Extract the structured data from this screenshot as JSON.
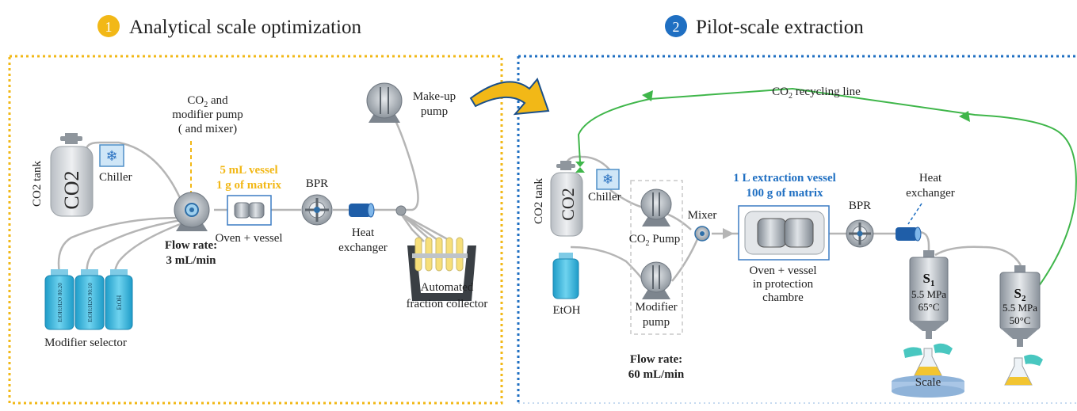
{
  "steps": [
    {
      "number": "1",
      "title": "Analytical scale optimization",
      "color": "#f2b817"
    },
    {
      "number": "2",
      "title": "Pilot-scale extraction",
      "color": "#1f6fc2"
    }
  ],
  "analytical": {
    "co2_tank_label": "CO2 tank",
    "co2_glyph": "CO2",
    "chiller": "Chiller",
    "pump_line1_pre": "CO",
    "pump_line1_sub": "2",
    "pump_line1_post": " and",
    "pump_line2": "modifier pump",
    "pump_line3": "( and mixer)",
    "vessel_line1": "5 mL vessel",
    "vessel_line2": "1 g of matrix",
    "oven": "Oven + vessel",
    "bpr": "BPR",
    "heat_line1": "Heat",
    "heat_line2": "exchanger",
    "makeup_line1": "Make-up",
    "makeup_line2": "pump",
    "flow_line1": "Flow rate:",
    "flow_line2": "3 mL/min",
    "bottles": [
      "EtOH:H2O 80:20",
      "EtOH:H2O 90:10",
      "EtOH"
    ],
    "modifier_selector": "Modifier selector",
    "collector_line1": "Automated",
    "collector_line2": "fraction collector"
  },
  "pilot": {
    "recycle_pre": "CO",
    "recycle_sub": "2",
    "recycle_post": " recycling line",
    "co2_tank_label": "CO2 tank",
    "co2_glyph": "CO2",
    "chiller": "Chiller",
    "co2_pump_pre": "CO",
    "co2_pump_sub": "2",
    "co2_pump_post": " Pump",
    "mixer": "Mixer",
    "vessel_line1": "1 L extraction vessel",
    "vessel_line2": "100 g of matrix",
    "oven_line1": "Oven + vessel",
    "oven_line2": "in protection",
    "oven_line3": "chambre",
    "bpr": "BPR",
    "heat_line1": "Heat",
    "heat_line2": "exchanger",
    "etoh": "EtOH",
    "modifier_line1": "Modifier",
    "modifier_line2": "pump",
    "flow_line1": "Flow rate:",
    "flow_line2": "60 mL/min",
    "s1_label": "S",
    "s1_sub": "1",
    "s1_pressure": "5.5 MPa",
    "s1_temp": "65°C",
    "s2_label": "S",
    "s2_sub": "2",
    "s2_pressure": "5.5 MPa",
    "s2_temp": "50°C",
    "scale": "Scale"
  },
  "colors": {
    "yellow": "#f2b817",
    "blue": "#1f6fc2",
    "green": "#3fb64a",
    "pipe": "#b5b5b5",
    "equipment": "#9aa3ad",
    "liquid": "#34b6e0"
  }
}
